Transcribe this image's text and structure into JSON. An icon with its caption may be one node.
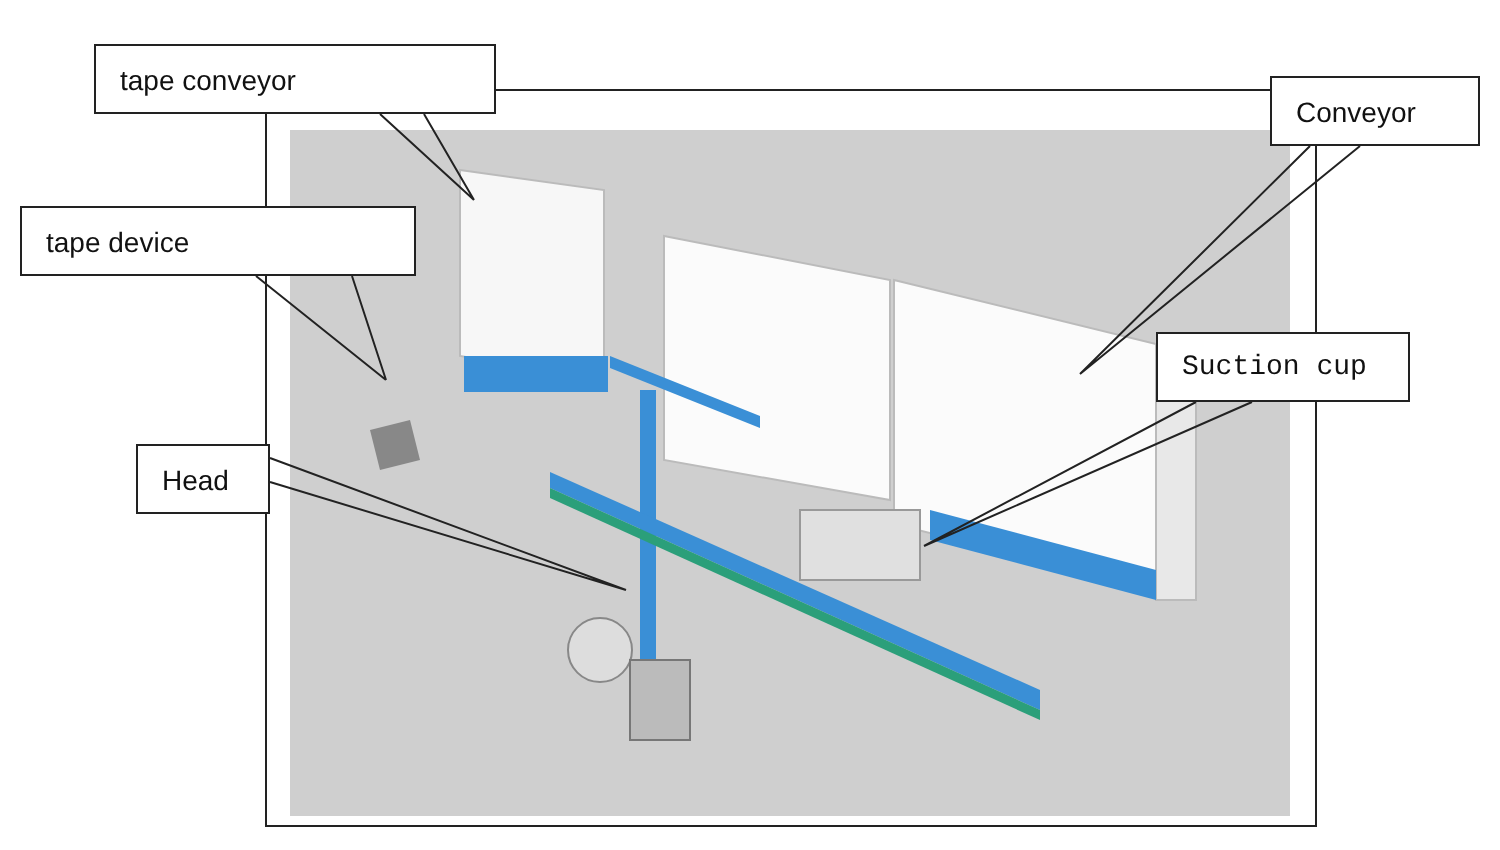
{
  "diagram": {
    "nodes": [
      {
        "text": [
          "tape conveyor"
        ]
      },
      {
        "text": [
          "tape device"
        ]
      },
      {
        "text": [
          "Head"
        ]
      },
      {
        "text": [
          "Conveyor"
        ]
      },
      {
        "text": [
          "Suction cup"
        ]
      }
    ],
    "edges": [
      {
        "from": 0,
        "to": null,
        "arrow": "none"
      },
      {
        "from": 1,
        "to": null,
        "arrow": "none"
      },
      {
        "from": 2,
        "to": null,
        "arrow": "none"
      },
      {
        "from": 3,
        "to": null,
        "arrow": "none"
      },
      {
        "from": 4,
        "to": null,
        "arrow": "none"
      }
    ]
  }
}
